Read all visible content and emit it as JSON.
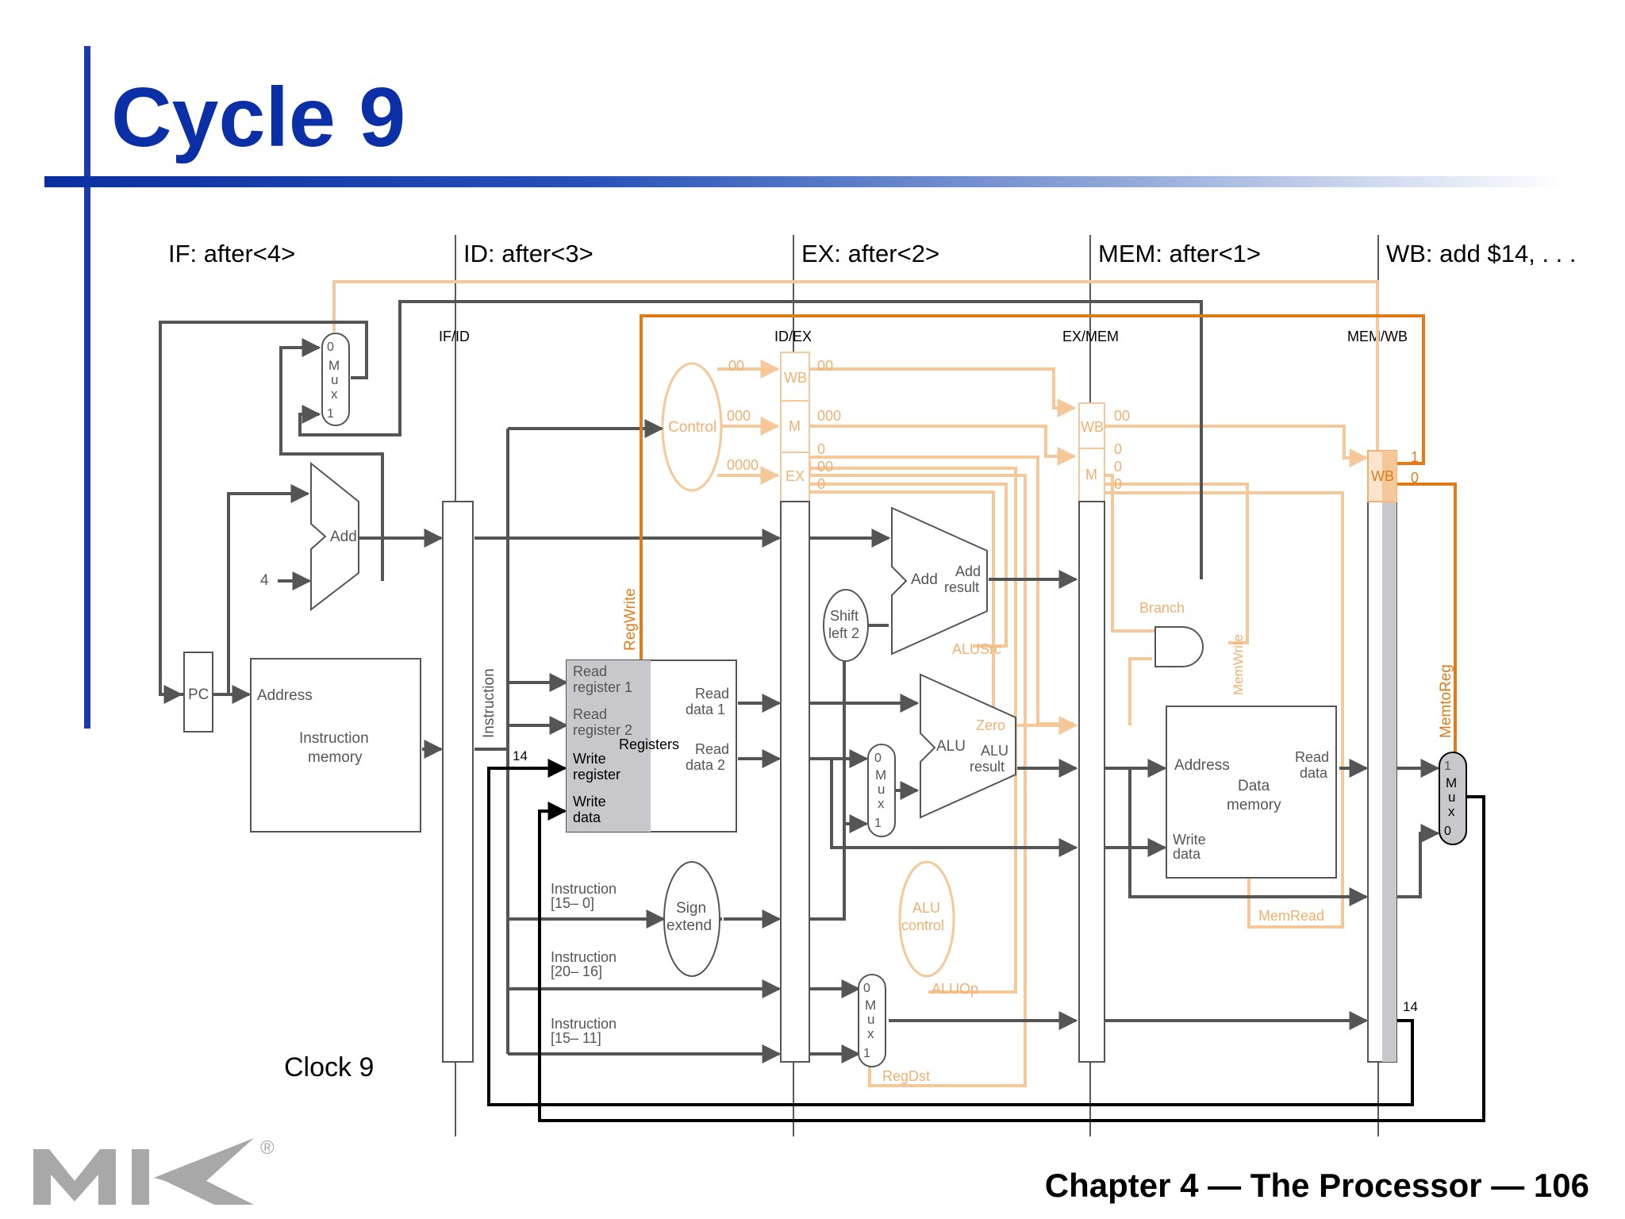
{
  "slide": {
    "title": "Cycle 9",
    "footer": "Chapter 4 — The Processor — 106",
    "logo_text": "MK",
    "logo_mark": "®"
  },
  "stages": {
    "if": "IF: after<4>",
    "id": "ID: after<3>",
    "ex": "EX: after<2>",
    "mem": "MEM: after<1>",
    "wb": "WB: add $14, . . ."
  },
  "pipeline_registers": {
    "if_id": "IF/ID",
    "id_ex": "ID/EX",
    "ex_mem": "EX/MEM",
    "mem_wb": "MEM/WB"
  },
  "clock": "Clock 9",
  "colors": {
    "title_blue": "#0a2fa6",
    "datapath_gray": "#555555",
    "active_orange": "#e07b1a",
    "inactive_orange": "#f5c89a",
    "highlight_black": "#000000"
  },
  "labels": {
    "pc": "PC",
    "address": "Address",
    "instr_mem_1": "Instruction",
    "instr_mem_2": "memory",
    "add": "Add",
    "four": "4",
    "mux_0": "0",
    "mux_1": "1",
    "mux_m": "M",
    "mux_u": "u",
    "mux_x": "x",
    "instruction_vert": "Instruction",
    "read_reg1_a": "Read",
    "read_reg1_b": "register 1",
    "read_reg2_a": "Read",
    "read_reg2_b": "register 2",
    "write_reg_a": "Write",
    "write_reg_b": "register",
    "write_data_a": "Write",
    "write_data_b": "data",
    "registers": "Registers",
    "read_data1_a": "Read",
    "read_data1_b": "data 1",
    "read_data2_a": "Read",
    "read_data2_b": "data 2",
    "fourteen": "14",
    "regwrite": "RegWrite",
    "control": "Control",
    "wb": "WB",
    "m": "M",
    "ex": "EX",
    "sign_a": "Sign",
    "sign_b": "extend",
    "instr_15_0_a": "Instruction",
    "instr_15_0_b": "[15– 0]",
    "instr_20_16_a": "Instruction",
    "instr_20_16_b": "[20– 16]",
    "instr_15_11_a": "Instruction",
    "instr_15_11_b": "[15– 11]",
    "shift_a": "Shift",
    "shift_b": "left 2",
    "add_result_a": "Add",
    "add_result_b": "result",
    "alusrc": "ALUSrc",
    "alu": "ALU",
    "alu_result_a": "ALU",
    "alu_result_b": "result",
    "zero": "Zero",
    "alu_control_a": "ALU",
    "alu_control_b": "control",
    "aluop": "ALUOp",
    "regdst": "RegDst",
    "branch": "Branch",
    "memwrite": "MemWrite",
    "memread": "MemRead",
    "data_mem_a": "Data",
    "data_mem_b": "memory",
    "read_data_a": "Read",
    "read_data_b": "data",
    "memtoreg": "MemtoReg",
    "v00": "00",
    "v000": "000",
    "v0000": "0000",
    "v0": "0",
    "v1": "1"
  }
}
